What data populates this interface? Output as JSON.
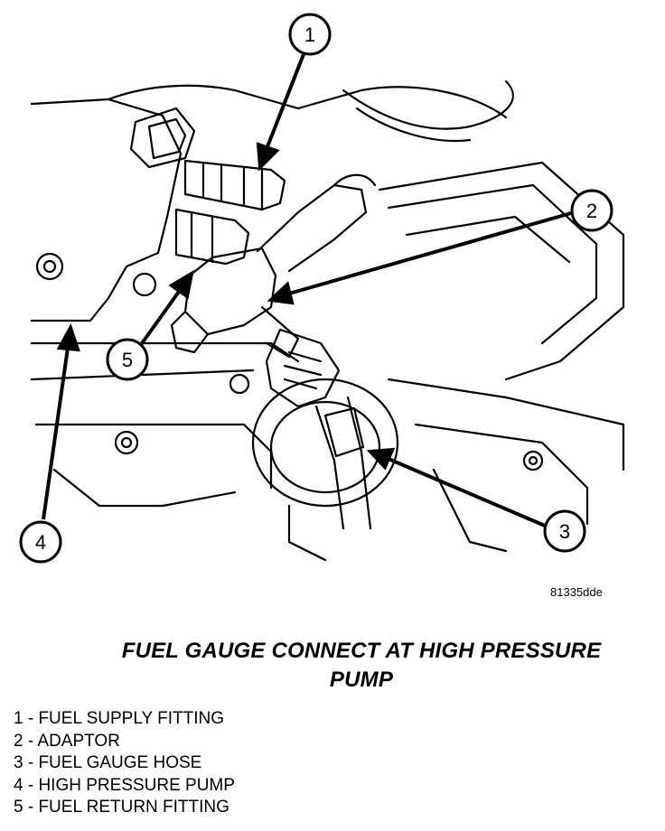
{
  "callouts": [
    "1",
    "2",
    "3",
    "4",
    "5"
  ],
  "figure_id": "81335dde",
  "caption": {
    "line1": "FUEL GAUGE CONNECT AT HIGH PRESSURE",
    "line2": "PUMP"
  },
  "legend": [
    "1 - FUEL SUPPLY FITTING",
    "2 - ADAPTOR",
    "3 - FUEL GAUGE HOSE",
    "4 - HIGH PRESSURE PUMP",
    "5 - FUEL RETURN FITTING"
  ]
}
